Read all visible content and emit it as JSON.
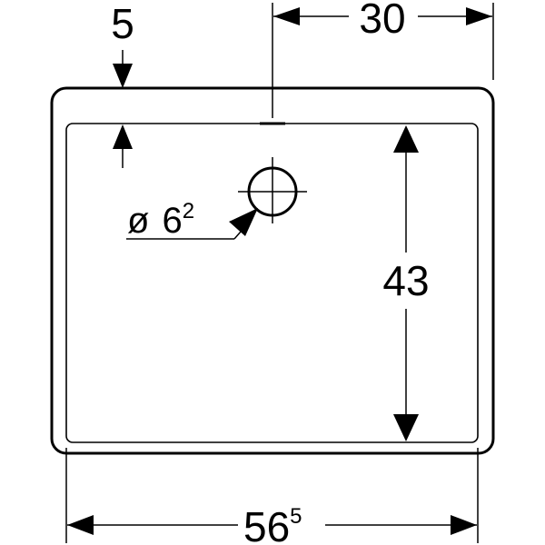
{
  "dimensions": {
    "top_offset": {
      "value": "5"
    },
    "hole_offset": {
      "value": "30"
    },
    "hole_diameter": {
      "symbol": "ø",
      "value": "6",
      "superscript": "2"
    },
    "basin_depth": {
      "value": "43"
    },
    "overall_width": {
      "value": "56",
      "superscript": "5"
    }
  },
  "colors": {
    "line": "#000000",
    "background": "#ffffff"
  }
}
